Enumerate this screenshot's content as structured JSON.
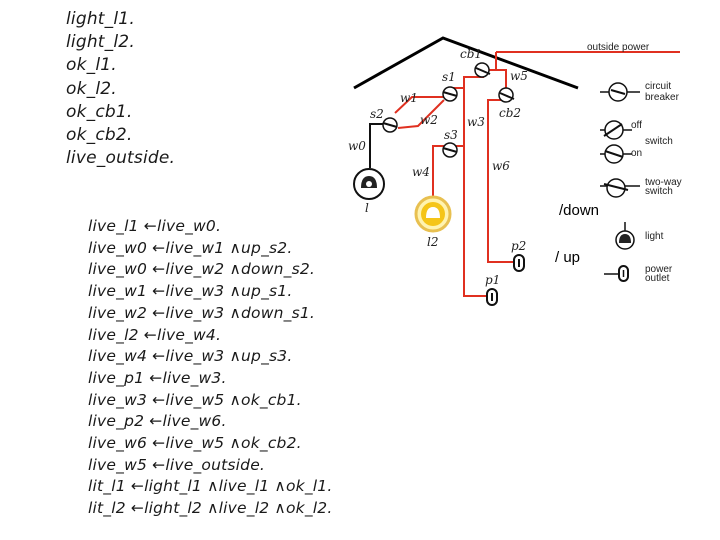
{
  "facts": [
    "light_l1.",
    "light_l2.",
    "ok_l1.",
    "ok_l2.",
    "ok_cb1.",
    "ok_cb2.",
    "live_outside."
  ],
  "rules": [
    "live_l1 ←live_w0.",
    "live_w0 ←live_w1 ∧up_s2.",
    "live_w0 ←live_w2 ∧down_s2.",
    "live_w1 ←live_w3 ∧up_s1.",
    "live_w2 ←live_w3 ∧down_s1.",
    "live_l2 ←live_w4.",
    "live_w4 ←live_w3 ∧up_s3.",
    "live_p1 ←live_w3.",
    "live_w3 ←live_w5 ∧ok_cb1.",
    "live_p2 ←live_w6.",
    "live_w6 ←live_w5 ∧ok_cb2.",
    "live_w5 ←live_outside.",
    "lit_l1 ←light_l1 ∧live_l1 ∧ok_l1.",
    "lit_l2 ←light_l2 ∧live_l2 ∧ok_l2."
  ],
  "diagram": {
    "labels": {
      "cb1": "cb1",
      "cb2": "cb2",
      "s1": "s1",
      "s2": "s2",
      "s3": "s3",
      "w0": "w0",
      "w1": "w1",
      "w2": "w2",
      "w3": "w3",
      "w4": "w4",
      "w5": "w5",
      "w6": "w6",
      "l1": "l",
      "l2": "l2",
      "p1": "p1",
      "p2": "p2"
    },
    "legend": {
      "outside_power": "outside power",
      "circuit_breaker": "circuit☐ breaker",
      "switch_off": "off",
      "switch_on": "on",
      "switch": "switch",
      "two_way_switch": "two-way switch",
      "light": "light",
      "power_outlet": "power outlet"
    },
    "wire_color": "#e03020"
  },
  "annotations": {
    "down": "/down",
    "up": "/ up"
  }
}
